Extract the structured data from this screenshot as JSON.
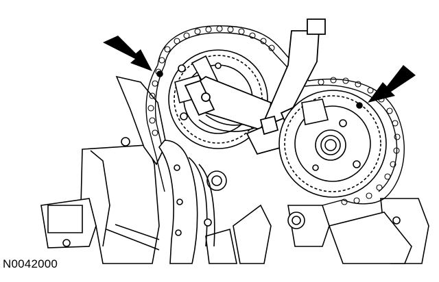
{
  "figure": {
    "reference_code": "N0042000"
  },
  "callouts": [
    {
      "icon": "arrow-icon",
      "points_to": "left-camshaft-timing-mark"
    },
    {
      "icon": "arrow-icon",
      "points_to": "right-camshaft-timing-mark"
    }
  ],
  "colors": {
    "line": "#000000",
    "fill": "#ffffff"
  }
}
